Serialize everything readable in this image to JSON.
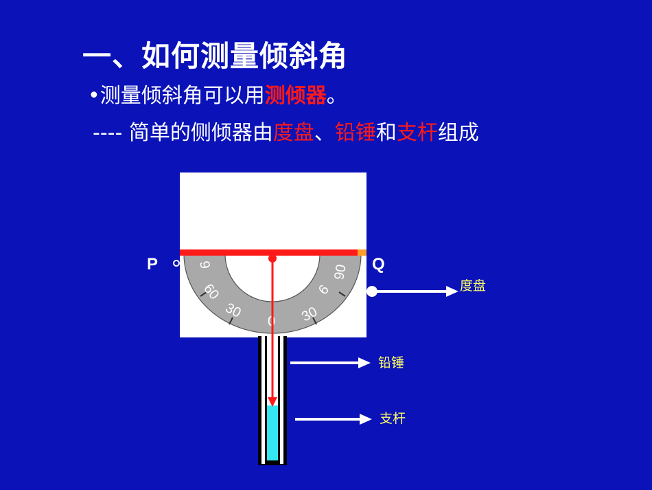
{
  "title": "一、如何测量倾斜角",
  "bullet": {
    "symbol": "•",
    "text_before": "测量倾斜角可以用",
    "highlight": "测倾器",
    "text_after": "。"
  },
  "subline": {
    "prefix": "---- 简单的侧倾器由",
    "part1": "度盘",
    "sep1": "、",
    "part2": "铅锤",
    "sep2": "和",
    "part3": "支杆",
    "suffix": "组成"
  },
  "diagram": {
    "point_p": "P",
    "point_q": "Q",
    "dial_labels": [
      "9",
      "60",
      "30",
      "0",
      "30",
      "6",
      "90"
    ],
    "callouts": {
      "dial": "度盘",
      "plumb": "铅锤",
      "rod": "支杆"
    }
  },
  "colors": {
    "background": "#0a12b8",
    "highlight": "#ff1a1a",
    "callout_text": "#ffff66",
    "dial": "#a9a9a9",
    "rod_fill": "#33e6f0"
  }
}
